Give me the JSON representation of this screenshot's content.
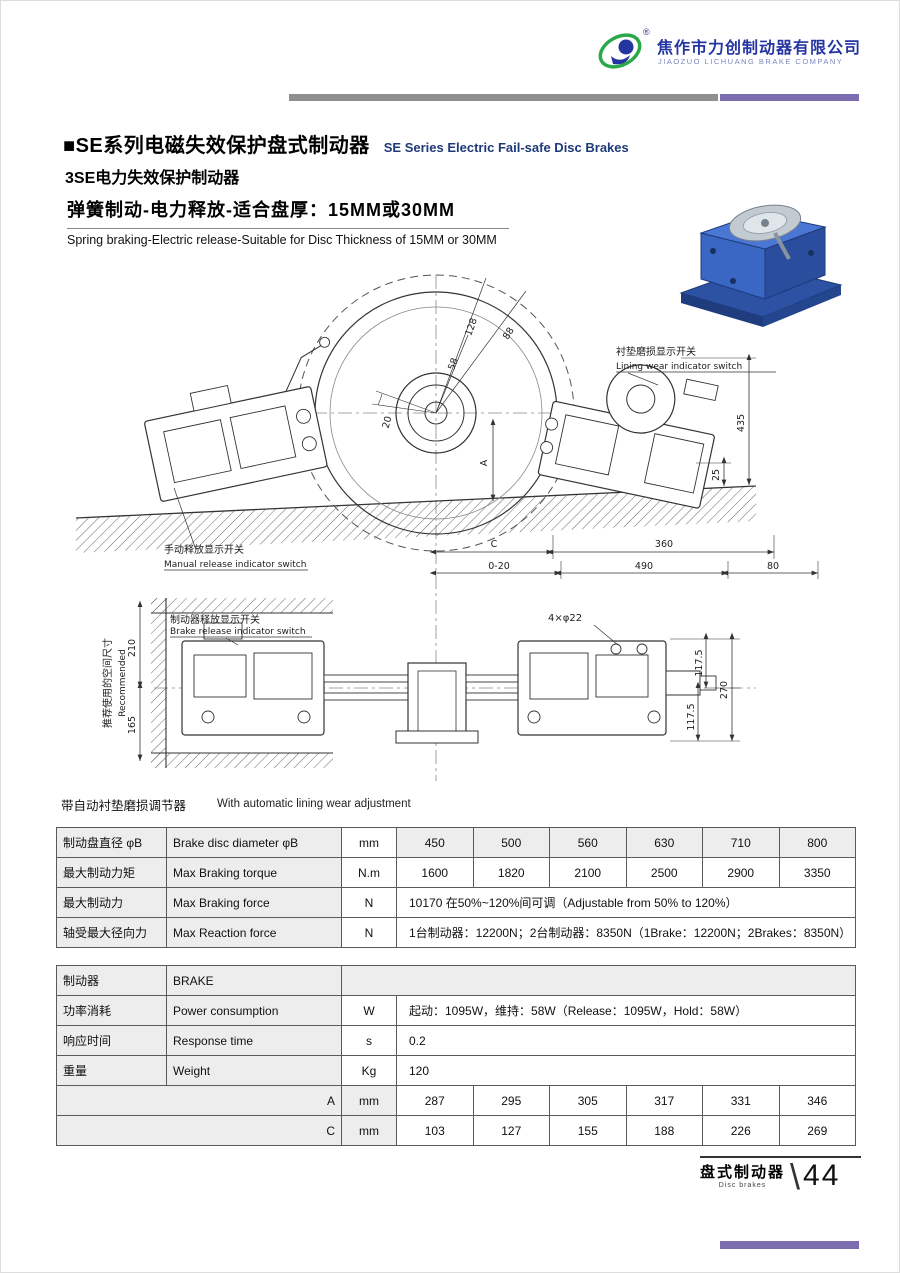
{
  "header": {
    "company_cn": "焦作市力创制动器有限公司",
    "company_en": "JIAOZUO LICHUANG BRAKE COMPANY",
    "reg_mark": "®",
    "brand_blue": "#2535a0",
    "bar_purple": "#7b6db0",
    "bar_gray": "#8f8f8f"
  },
  "title": {
    "main_cn": "■SE系列电磁失效保护盘式制动器",
    "main_en": "SE Series Electric Fail-safe Disc Brakes",
    "sub_cn": "3SE电力失效保护制动器",
    "feature_cn": "弹簧制动-电力释放-适合盘厚：15MM或30MM",
    "feature_en": "Spring braking-Electric release-Suitable for Disc Thickness of 15MM or 30MM"
  },
  "drawing": {
    "annotations": {
      "lining_wear_cn": "衬垫磨损显示开关",
      "lining_wear_en": "Lining wear indicator switch",
      "manual_release_cn": "手动释放显示开关",
      "manual_release_en": "Manual release indicator switch",
      "brake_release_cn": "制动器释放显示开关",
      "brake_release_en": "Brake release indicator switch",
      "recommended_cn": "推荐使用的空间尺寸",
      "recommended_en": "Recommended",
      "bolt_holes": "4×φ22"
    },
    "dims": {
      "d128": "128",
      "d88": "88",
      "d58": "58",
      "d20": "20",
      "dA": "A",
      "d435": "435",
      "d25": "25",
      "dC": "C",
      "d360": "360",
      "d0_20": "0-20",
      "d490": "490",
      "d80": "80",
      "d210": "210",
      "d165": "165",
      "d117_top": "117.5",
      "d117_bot": "117.5",
      "d270": "270"
    }
  },
  "note": {
    "cn": "带自动衬垫磨损调节器",
    "en": "With automatic lining wear adjustment"
  },
  "table1": {
    "rows": [
      {
        "cn": "制动盘直径 φB",
        "en": "Brake disc diameter φB",
        "unit": "mm",
        "values": [
          "450",
          "500",
          "560",
          "630",
          "710",
          "800"
        ]
      },
      {
        "cn": "最大制动力矩",
        "en": "Max Braking torque",
        "unit": "N.m",
        "values": [
          "1600",
          "1820",
          "2100",
          "2500",
          "2900",
          "3350"
        ]
      },
      {
        "cn": "最大制动力",
        "en": "Max Braking force",
        "unit": "N",
        "span": "10170  在50%~120%间可调（Adjustable from 50% to 120%）"
      },
      {
        "cn": "轴受最大径向力",
        "en": "Max Reaction force",
        "unit": "N",
        "span": "1台制动器：12200N；2台制动器：8350N（1Brake：12200N；2Brakes：8350N）"
      }
    ]
  },
  "table2": {
    "header_cn": "制动器",
    "header_en": "BRAKE",
    "rows": [
      {
        "cn": "功率消耗",
        "en": "Power consumption",
        "unit": "W",
        "span": "起动：1095W，维持：58W（Release：1095W，Hold：58W）"
      },
      {
        "cn": "响应时间",
        "en": "Response time",
        "unit": "s",
        "span": "0.2"
      },
      {
        "cn": "重量",
        "en": "Weight",
        "unit": "Kg",
        "span": "120"
      }
    ],
    "dim_rows": [
      {
        "label": "A",
        "unit": "mm",
        "values": [
          "287",
          "295",
          "305",
          "317",
          "331",
          "346"
        ]
      },
      {
        "label": "C",
        "unit": "mm",
        "values": [
          "103",
          "127",
          "155",
          "188",
          "226",
          "269"
        ]
      }
    ]
  },
  "footer": {
    "cn": "盘式制动器",
    "en": "Disc brakes",
    "page_no": "44"
  }
}
